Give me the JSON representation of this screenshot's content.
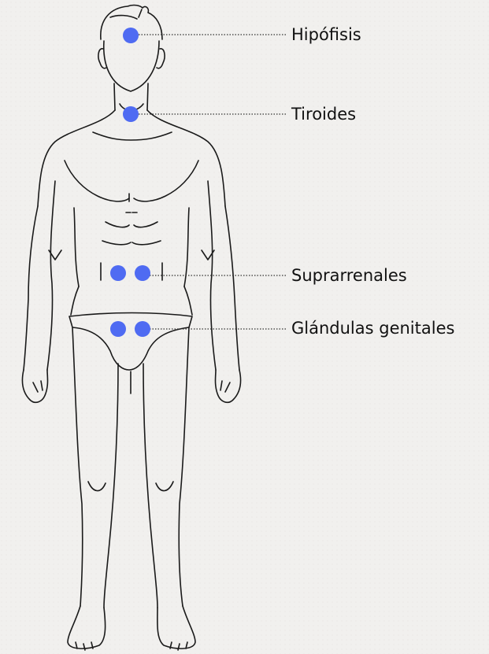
{
  "diagram": {
    "marker_color": "#4f6bf2",
    "glands": [
      {
        "label": "Hipófisis"
      },
      {
        "label": "Tiroides"
      },
      {
        "label": "Suprarrenales"
      },
      {
        "label": "Glándulas genitales"
      }
    ]
  }
}
